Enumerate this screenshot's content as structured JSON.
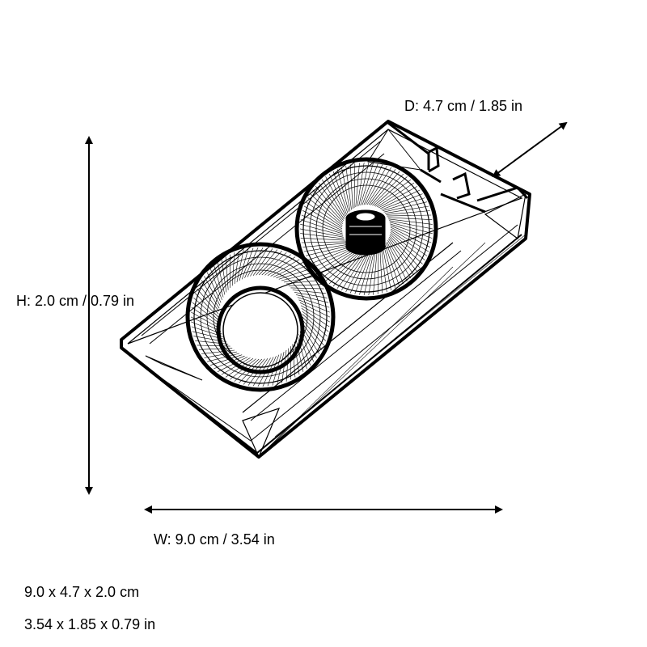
{
  "dimensions": {
    "depth_label": "D: 4.7 cm / 1.85 in",
    "height_label": "H: 2.0 cm / 0.79 in",
    "width_label": "W: 9.0 cm / 3.54 in"
  },
  "summary": {
    "metric": "9.0 x 4.7 x 2.0 cm",
    "imperial": "3.54 x 1.85 x 0.79 in"
  },
  "colors": {
    "line": "#000000",
    "background": "#ffffff"
  }
}
